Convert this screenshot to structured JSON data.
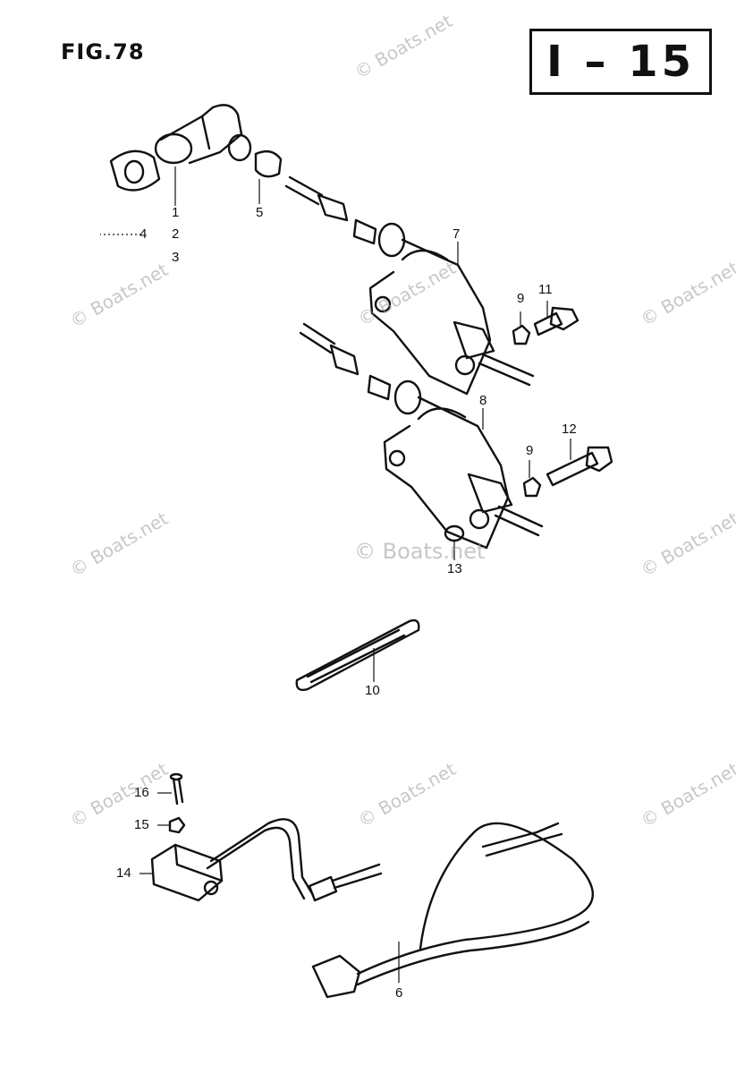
{
  "figure": {
    "label": "FIG.78",
    "page_code": "I – 15"
  },
  "callouts": {
    "p1": "1",
    "p2": "2",
    "p3": "3",
    "p4": "4",
    "p5": "5",
    "p6": "6",
    "p7": "7",
    "p8": "8",
    "p9a": "9",
    "p9b": "9",
    "p10": "10",
    "p11": "11",
    "p12": "12",
    "p13": "13",
    "p14": "14",
    "p15": "15",
    "p16": "16"
  },
  "watermark": {
    "text": "© Boats.net"
  }
}
